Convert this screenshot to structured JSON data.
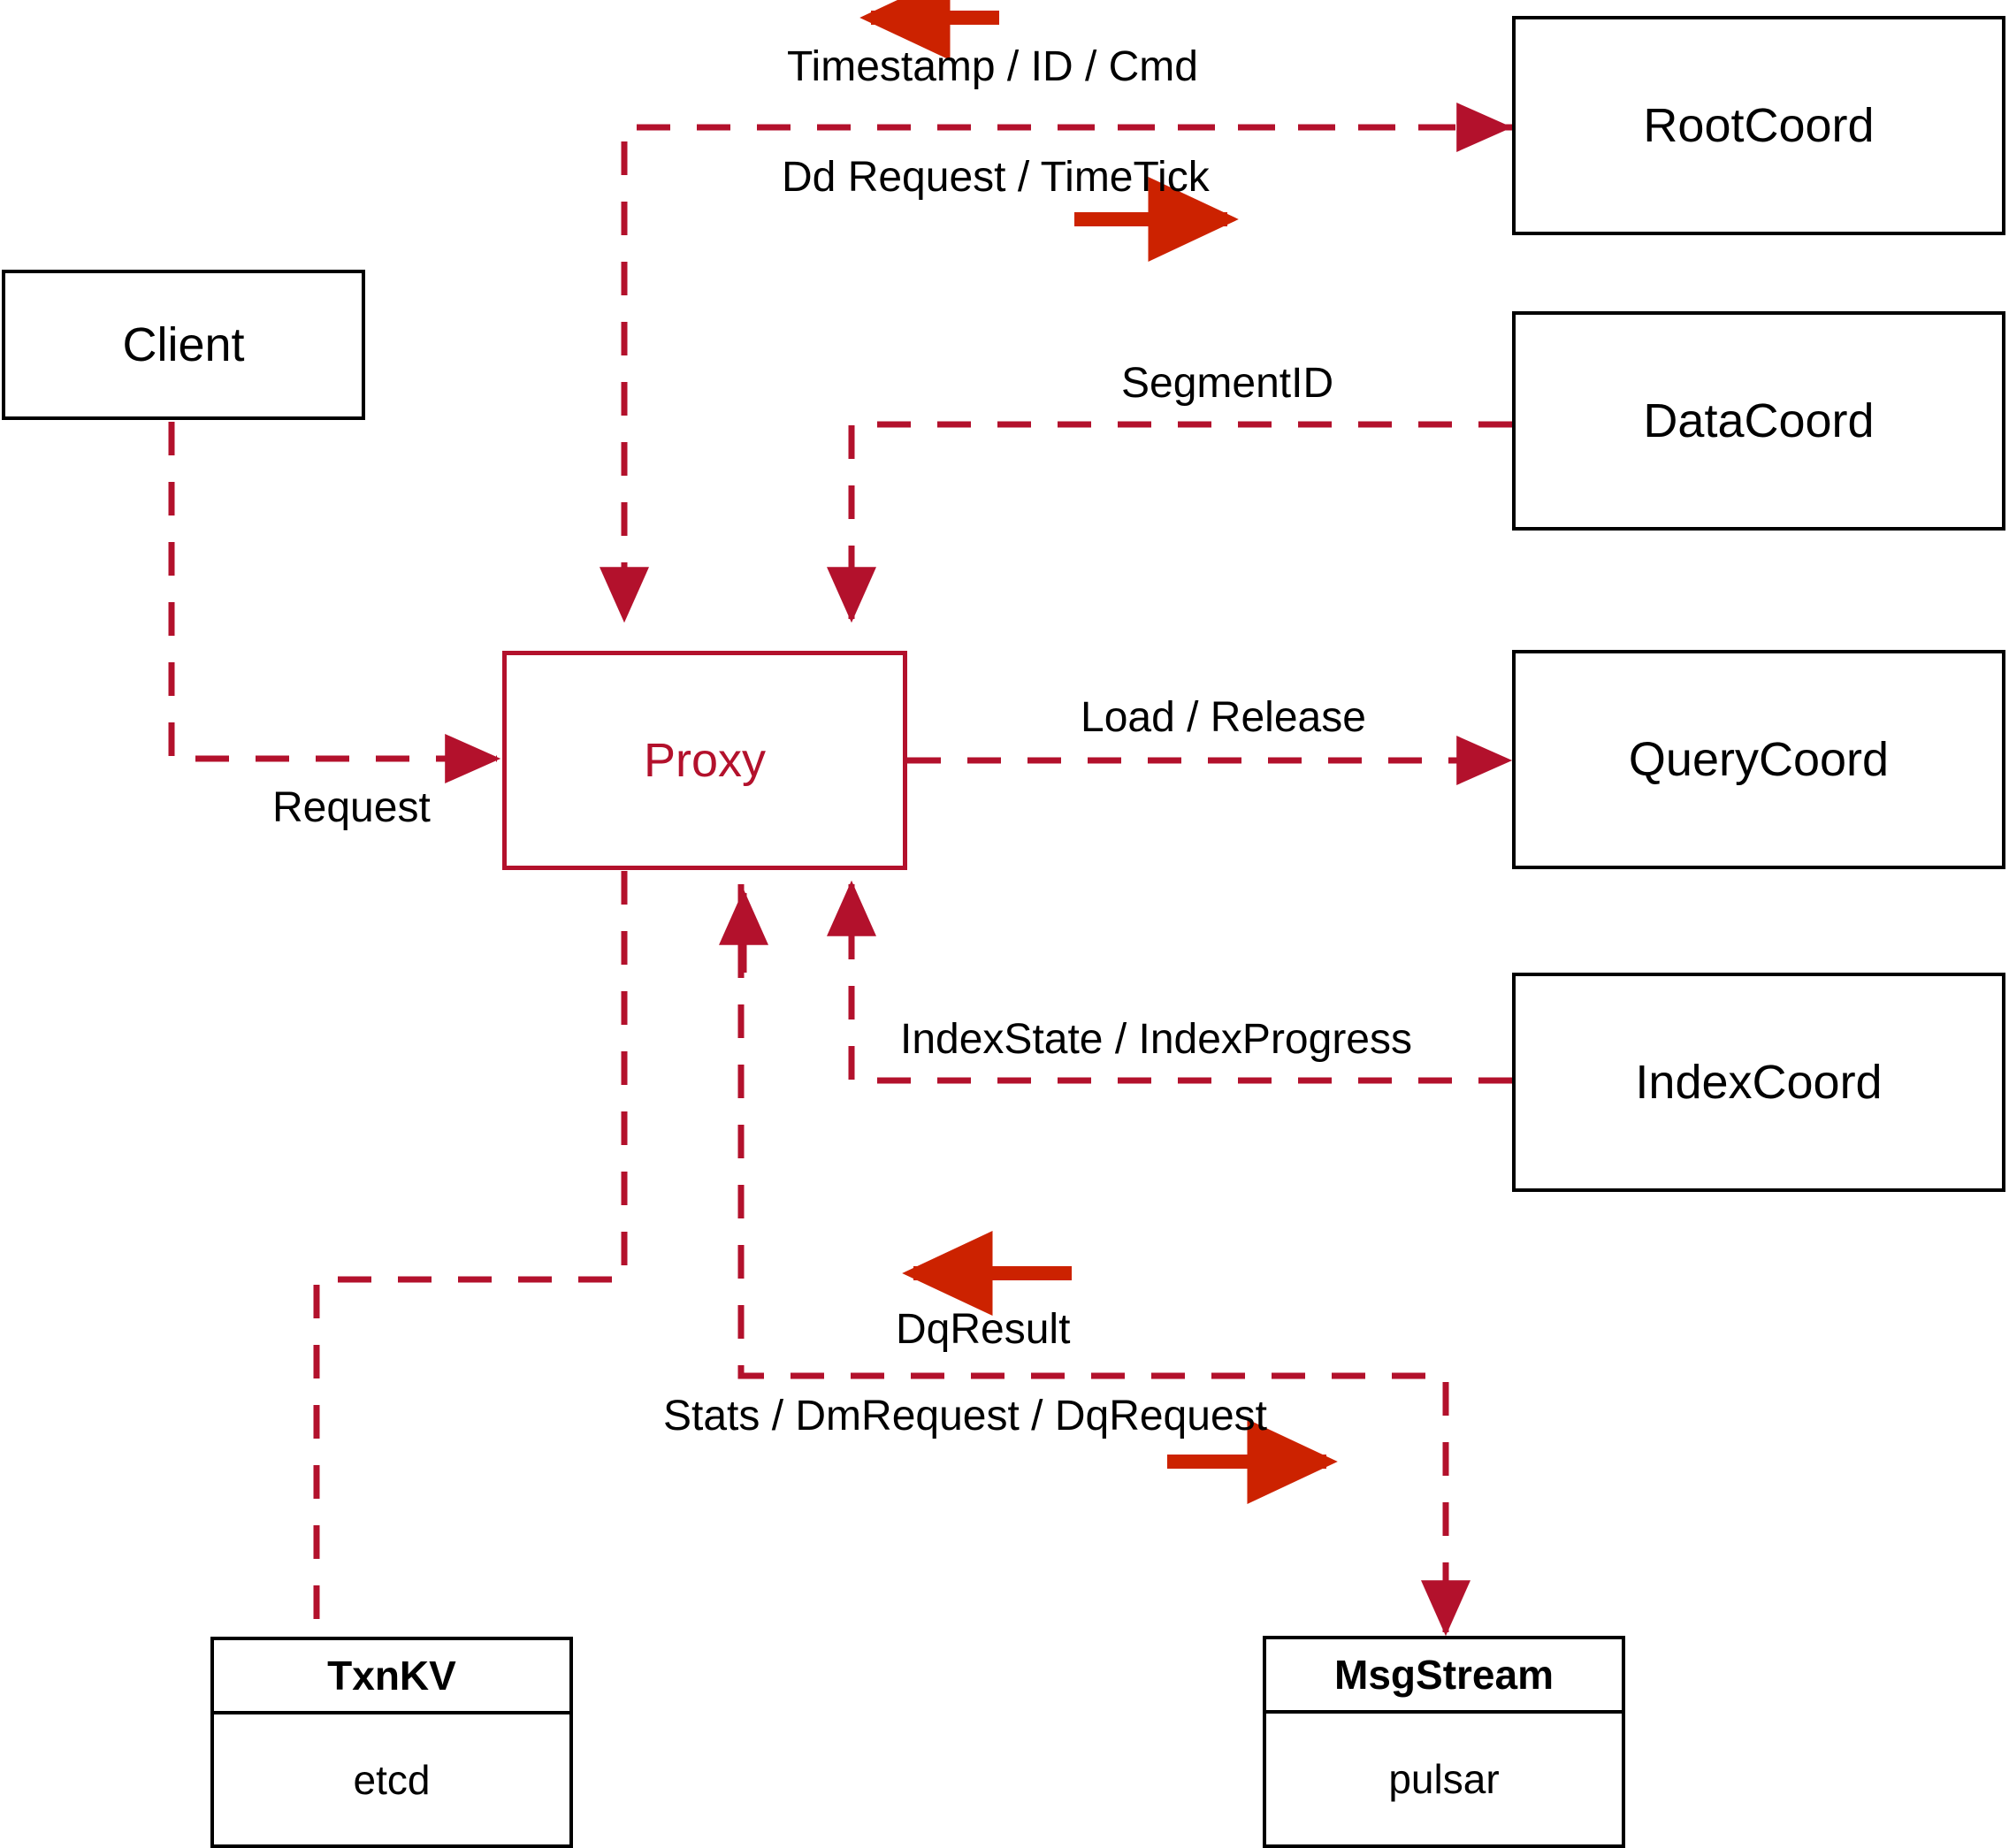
{
  "diagram": {
    "title": "Milvus Proxy interaction diagram",
    "colors": {
      "dashed_edge": "#B3112C",
      "solid_arrow": "#CC2200",
      "node_stroke": "#000000",
      "proxy_stroke": "#B3112C",
      "background": "#FFFFFF"
    },
    "nodes": [
      {
        "id": "client",
        "label": "Client"
      },
      {
        "id": "proxy",
        "label": "Proxy"
      },
      {
        "id": "rootcoord",
        "label": "RootCoord"
      },
      {
        "id": "datacoord",
        "label": "DataCoord"
      },
      {
        "id": "querycoord",
        "label": "QueryCoord"
      },
      {
        "id": "indexcoord",
        "label": "IndexCoord"
      }
    ],
    "stores": [
      {
        "id": "txnkv",
        "header": "TxnKV",
        "body": "etcd"
      },
      {
        "id": "msgstream",
        "header": "MsgStream",
        "body": "pulsar"
      }
    ],
    "edge_labels": [
      {
        "id": "timestamp-id-cmd",
        "text": "Timestamp / ID / Cmd"
      },
      {
        "id": "dd-request-timetick",
        "text": "Dd Request / TimeTick"
      },
      {
        "id": "segmentid",
        "text": "SegmentID"
      },
      {
        "id": "request",
        "text": "Request"
      },
      {
        "id": "load-release",
        "text": "Load / Release"
      },
      {
        "id": "indexstate-progress",
        "text": "IndexState / IndexProgress"
      },
      {
        "id": "dqresult",
        "text": "DqResult"
      },
      {
        "id": "stats-dm-dq",
        "text": "Stats / DmRequest / DqRequest"
      }
    ]
  }
}
